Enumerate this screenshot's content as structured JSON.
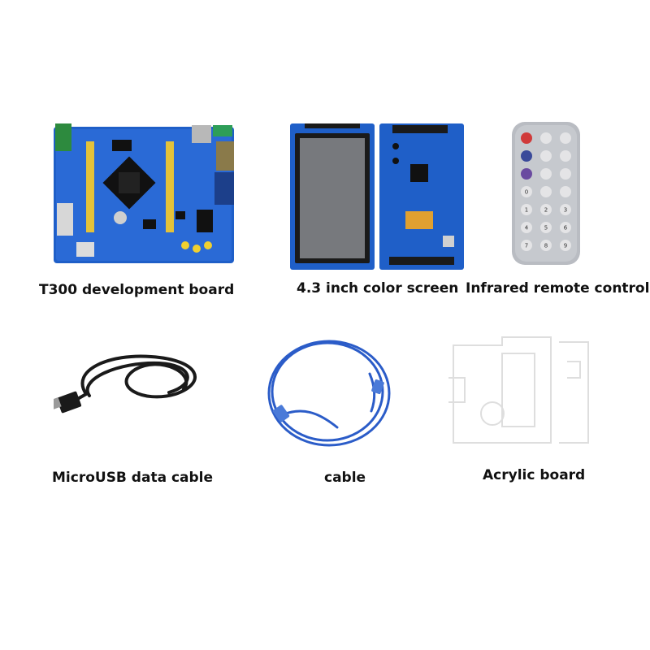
{
  "items": [
    {
      "label": "T300 development board",
      "icon": "development-board-icon"
    },
    {
      "label": "4.3 inch color screen",
      "icon": "lcd-screen-icon"
    },
    {
      "label": "Infrared remote control",
      "icon": "remote-control-icon"
    },
    {
      "label": "MicroUSB data cable",
      "icon": "usb-cable-icon"
    },
    {
      "label": "cable",
      "icon": "network-cable-icon"
    },
    {
      "label": "Acrylic board",
      "icon": "acrylic-board-icon"
    }
  ],
  "remote": {
    "number_keys": [
      "0",
      "1",
      "2",
      "3",
      "4",
      "5",
      "6",
      "7",
      "8",
      "9"
    ]
  },
  "colors": {
    "pcb_blue": "#1f5fc8",
    "cable_blue": "#2b5cc8",
    "usb_black": "#1a1a1a",
    "remote_gray": "#b9bcc2"
  }
}
